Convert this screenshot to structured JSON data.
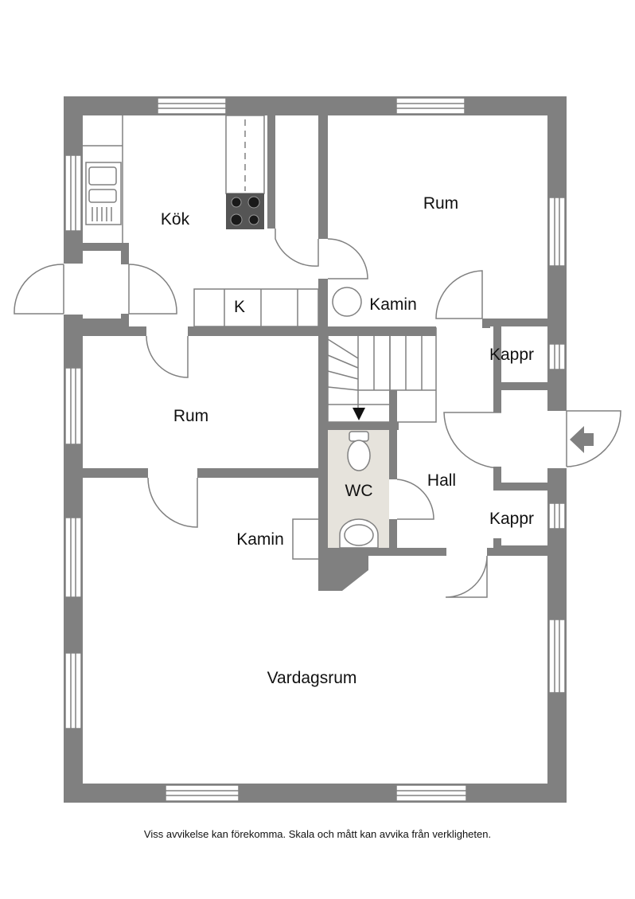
{
  "rooms": {
    "kok": "Kök",
    "rum_top": "Rum",
    "k": "K",
    "kamin_top": "Kamin",
    "kappr_top": "Kappr",
    "rum_left": "Rum",
    "wc": "WC",
    "hall": "Hall",
    "kappr_bottom": "Kappr",
    "kamin_bottom": "Kamin",
    "vardagsrum": "Vardagsrum"
  },
  "disclaimer": "Viss avvikelse kan förekomma. Skala och mått kan avvika från verkligheten.",
  "colors": {
    "wall": "#808080",
    "line": "#808080",
    "wc_floor": "#e6e3dc",
    "stove": "#555555",
    "background": "#ffffff"
  }
}
